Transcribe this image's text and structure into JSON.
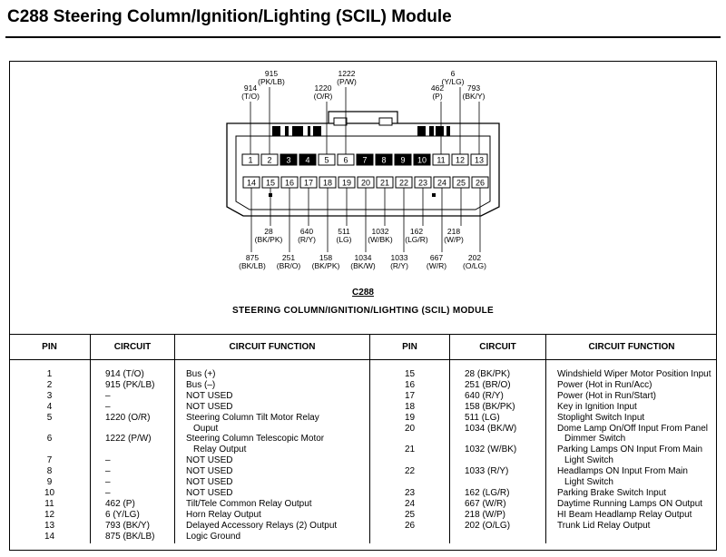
{
  "page": {
    "title": "C288  Steering Column/Ignition/Lighting (SCIL) Module"
  },
  "diagram": {
    "connector_id": "C288",
    "caption": "STEERING COLUMN/IGNITION/LIGHTING (SCIL) MODULE",
    "top_cavities": [
      "1",
      "2",
      "3",
      "4",
      "5",
      "6",
      "7",
      "8",
      "9",
      "10",
      "11",
      "12",
      "13"
    ],
    "bottom_cavities": [
      "14",
      "15",
      "16",
      "17",
      "18",
      "19",
      "20",
      "21",
      "22",
      "23",
      "24",
      "25",
      "26"
    ],
    "top_labels": [
      {
        "num": "914",
        "color": "(T/O)"
      },
      {
        "num": "915",
        "color": "(PK/LB)"
      },
      {
        "num": "1220",
        "color": "(O/R)"
      },
      {
        "num": "1222",
        "color": "(P/W)"
      },
      {
        "num": "462",
        "color": "(P)"
      },
      {
        "num": "6",
        "color": "(Y/LG)"
      },
      {
        "num": "793",
        "color": "(BK/Y)"
      }
    ],
    "bottom_labels_row1": [
      {
        "num": "28",
        "color": "(BK/PK)"
      },
      {
        "num": "640",
        "color": "(R/Y)"
      },
      {
        "num": "511",
        "color": "(LG)"
      },
      {
        "num": "1032",
        "color": "(W/BK)"
      },
      {
        "num": "162",
        "color": "(LG/R)"
      },
      {
        "num": "218",
        "color": "(W/P)"
      }
    ],
    "bottom_labels_row2": [
      {
        "num": "875",
        "color": "(BK/LB)"
      },
      {
        "num": "251",
        "color": "(BR/O)"
      },
      {
        "num": "158",
        "color": "(BK/PK)"
      },
      {
        "num": "1034",
        "color": "(BK/W)"
      },
      {
        "num": "1033",
        "color": "(R/Y)"
      },
      {
        "num": "667",
        "color": "(W/R)"
      },
      {
        "num": "202",
        "color": "(O/LG)"
      }
    ]
  },
  "table": {
    "headers": [
      "PIN",
      "CIRCUIT",
      "CIRCUIT FUNCTION",
      "PIN",
      "CIRCUIT",
      "CIRCUIT FUNCTION"
    ],
    "left": {
      "pins": [
        "1",
        "2",
        "3",
        "4",
        "5",
        "",
        "6",
        "",
        "7",
        "8",
        "9",
        "10",
        "11",
        "12",
        "13",
        "14"
      ],
      "circuits": [
        "914 (T/O)",
        "915 (PK/LB)",
        "–",
        "–",
        "1220 (O/R)",
        "",
        "1222 (P/W)",
        "",
        "–",
        "–",
        "–",
        "–",
        "462 (P)",
        "6 (Y/LG)",
        "793 (BK/Y)",
        "875 (BK/LB)"
      ],
      "functions": [
        "Bus (+)",
        "Bus (–)",
        "NOT USED",
        "NOT USED",
        "Steering Column Tilt Motor Relay",
        "Ouput",
        "Steering Column Telescopic Motor",
        "Relay Output",
        "NOT USED",
        "NOT USED",
        "NOT USED",
        "NOT USED",
        "Tilt/Tele Common Relay Output",
        "Horn Relay Output",
        "Delayed Accessory Relays (2) Output",
        "Logic Ground"
      ]
    },
    "right": {
      "pins": [
        "15",
        "16",
        "17",
        "18",
        "19",
        "20",
        "",
        "21",
        "",
        "22",
        "",
        "23",
        "24",
        "25",
        "26"
      ],
      "circuits": [
        "28 (BK/PK)",
        "251 (BR/O)",
        "640 (R/Y)",
        "158 (BK/PK)",
        "511 (LG)",
        "1034 (BK/W)",
        "",
        "1032 (W/BK)",
        "",
        "1033 (R/Y)",
        "",
        "162 (LG/R)",
        "667 (W/R)",
        "218 (W/P)",
        "202 (O/LG)"
      ],
      "functions": [
        "Windshield Wiper Motor Position Input",
        "Power (Hot in Run/Acc)",
        "Power (Hot in Run/Start)",
        "Key in Ignition Input",
        "Stoplight Switch Input",
        "Dome Lamp On/Off Input From Panel",
        "Dimmer Switch",
        "Parking Lamps ON Input From Main",
        "Light Switch",
        "Headlamps ON Input From Main",
        "Light Switch",
        "Parking Brake Switch Input",
        "Daytime Running Lamps ON Output",
        "HI Beam Headlamp Relay Output",
        "Trunk Lid Relay Output"
      ]
    }
  }
}
